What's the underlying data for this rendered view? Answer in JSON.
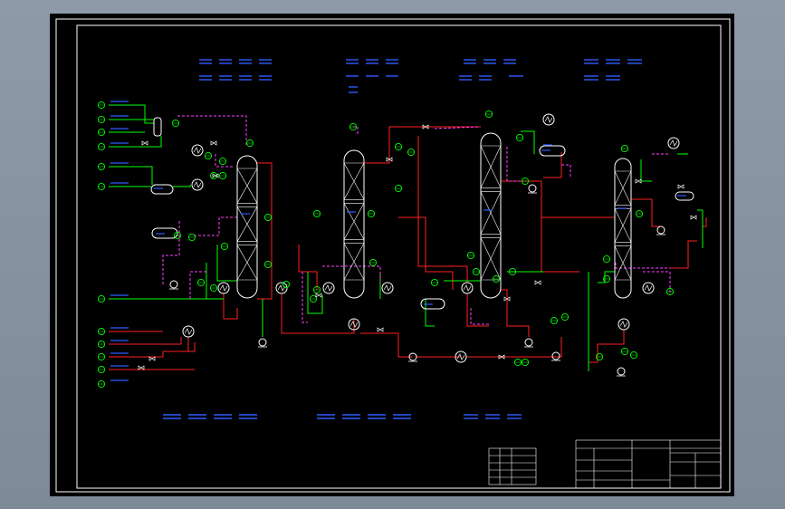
{
  "colors": {
    "background": "#8b96a3",
    "sheet": "#000000",
    "frame": "#ffffff",
    "process": "#ff2020",
    "utility": "#00ff00",
    "signal": "#ff40ff",
    "equipment": "#ffffff",
    "instrument": "#00ff00",
    "text": "#2f5bff"
  },
  "diagram": {
    "columns": [
      {
        "id": "T101"
      },
      {
        "id": "T102"
      },
      {
        "id": "T103"
      },
      {
        "id": "T104"
      }
    ]
  }
}
